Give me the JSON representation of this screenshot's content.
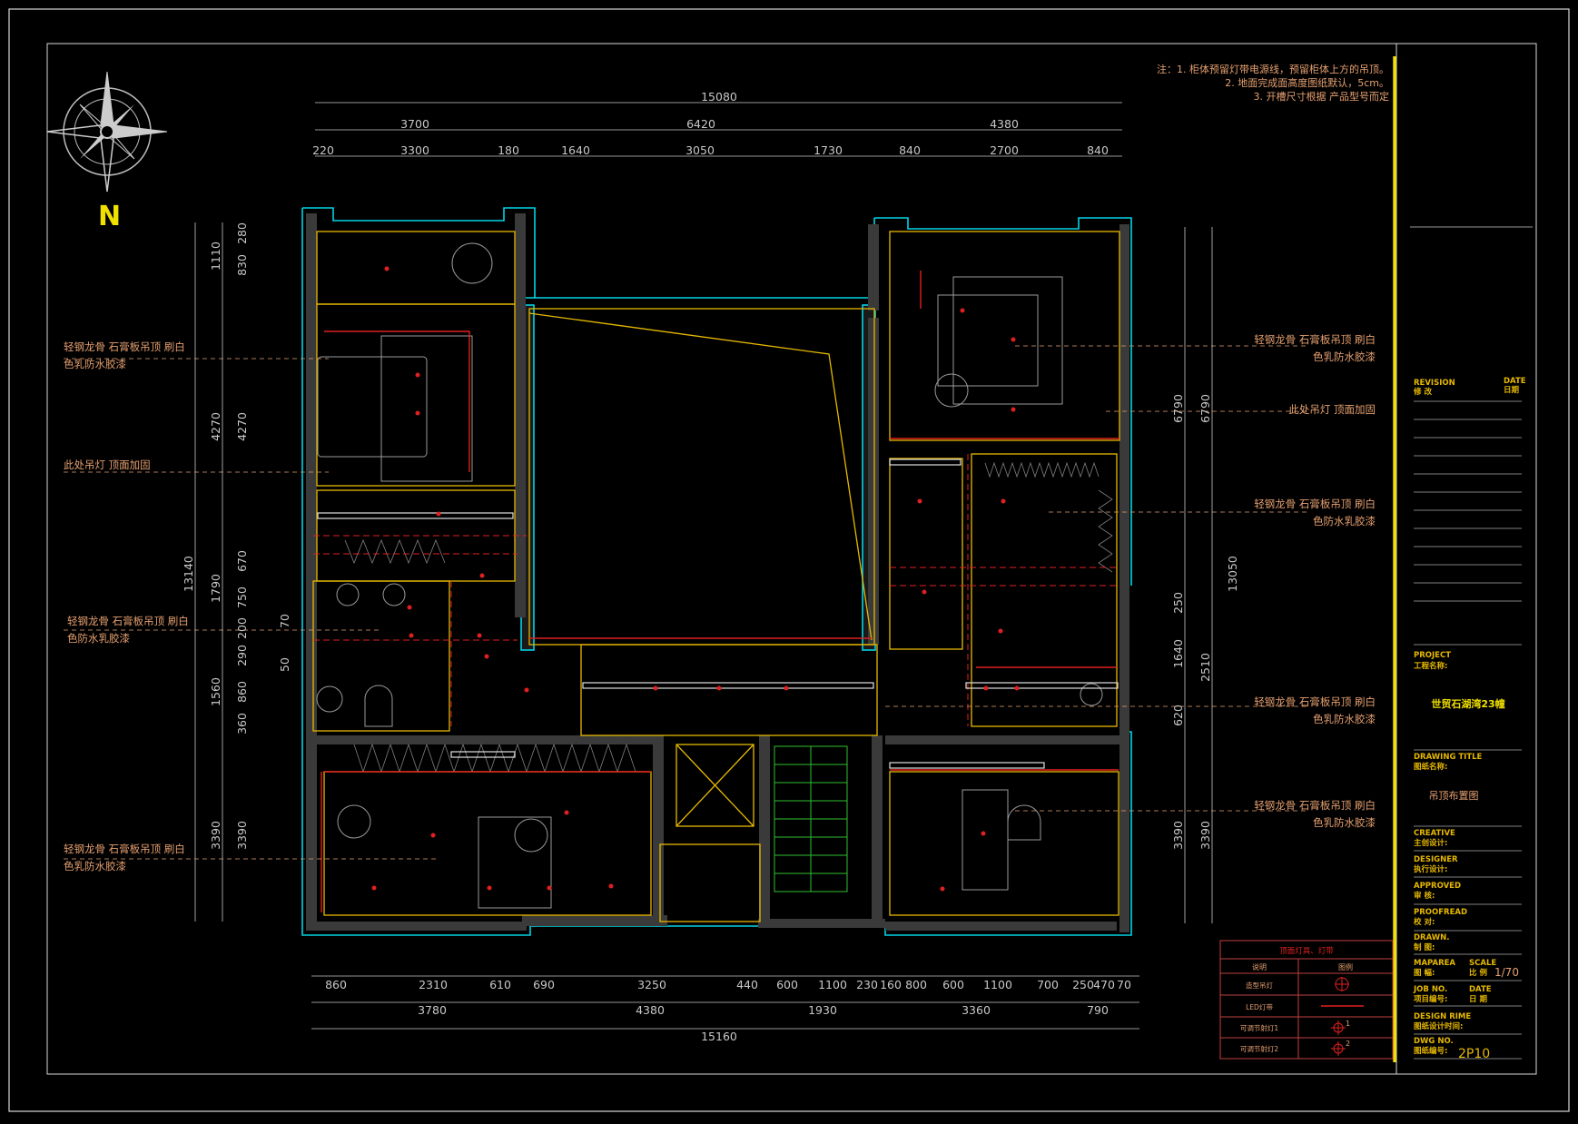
{
  "compass": {
    "north_label": "N"
  },
  "notes": [
    "注：1. 柜体预留灯带电源线，预留柜体上方的吊顶。",
    "2. 地面完成面高度图纸默认，5cm。",
    "3. 开槽尺寸根据  产品型号而定"
  ],
  "dims_top": {
    "total": "15080",
    "segments": [
      "3700",
      "6420",
      "4380"
    ],
    "sub": [
      "220",
      "3300",
      "180",
      "1640",
      "3050",
      "1730",
      "840",
      "2700",
      "840"
    ]
  },
  "dims_left": {
    "total": "13140",
    "outer": [
      "1110",
      "4270",
      "1790",
      "1560",
      "3390"
    ],
    "inner": [
      "280",
      "830",
      "4270",
      "670",
      "750",
      "200",
      "290",
      "860",
      "360",
      "3390"
    ],
    "small": [
      "70",
      "50"
    ]
  },
  "dims_right": {
    "total": "13050",
    "outer": [
      "6790",
      "2510",
      "3390"
    ],
    "inner": [
      "6790",
      "250",
      "1640",
      "620",
      "3390"
    ]
  },
  "dims_bottom": {
    "total": "15160",
    "segments": [
      "3780",
      "4380",
      "1930",
      "3360",
      "790"
    ],
    "sub": [
      "860",
      "2310",
      "610",
      "690",
      "3250",
      "440",
      "600",
      "1100",
      "230",
      "160",
      "800",
      "600",
      "1100",
      "700",
      "250",
      "470",
      "70"
    ]
  },
  "annotations_left": [
    {
      "line1": "轻钢龙骨  石膏板吊顶  刷白",
      "line2": "色乳防水胶漆"
    },
    {
      "line1": "此处吊灯  顶面加固",
      "line2": ""
    },
    {
      "line1": "轻钢龙骨  石膏板吊顶  刷白",
      "line2": "色防水乳胶漆"
    },
    {
      "line1": "轻钢龙骨  石膏板吊顶  刷白",
      "line2": "色乳防水胶漆"
    }
  ],
  "annotations_right": [
    {
      "line1": "轻钢龙骨  石膏板吊顶  刷白",
      "line2": "色乳防水胶漆"
    },
    {
      "line1": "此处吊灯  顶面加固",
      "line2": ""
    },
    {
      "line1": "轻钢龙骨  石膏板吊顶  刷白",
      "line2": "色防水乳胶漆"
    },
    {
      "line1": "轻钢龙骨  石膏板吊顶  刷白",
      "line2": "色乳防水胶漆"
    },
    {
      "line1": "轻钢龙骨  石膏板吊顶  刷白",
      "line2": "色乳防水胶漆"
    }
  ],
  "legend": {
    "title": "顶面灯具、灯带",
    "col_desc": "说明",
    "col_symbol": "图例",
    "rows": [
      "造型吊灯",
      "LED灯带",
      "可调节射灯1",
      "可调节射灯2"
    ]
  },
  "title_block": {
    "revision": "REVISION",
    "revision_cn": "修 改",
    "date": "DATE",
    "date_cn": "日期",
    "project": "PROJECT",
    "project_cn": "工程名称:",
    "project_name": "世贸石湖湾23幢",
    "drawing_title": "DRAWING TITLE",
    "drawing_title_cn": "图纸名称:",
    "drawing_name": "吊顶布置图",
    "creative": "CREATIVE",
    "creative_cn": "主创设计:",
    "designer": "DESIGNER",
    "designer_cn": "执行设计:",
    "approved": "APPROVED",
    "approved_cn": "审 核:",
    "proofread": "PROOFREAD",
    "proofread_cn": "校 对:",
    "drawn": "DRAWN.",
    "drawn_cn": "制 图:",
    "maparea": "MAPAREA",
    "maparea_cn": "图 幅:",
    "scale": "SCALE",
    "scale_cn": "比 例",
    "scale_value": "1/70",
    "job_no": "JOB NO.",
    "job_no_cn": "项目编号:",
    "date2": "DATE",
    "date2_cn": "日 期",
    "design_rime": "DESIGN RIME",
    "design_rime_cn": "图纸设计时间:",
    "dwg_no": "DWG NO.",
    "dwg_no_cn": "图纸编号:",
    "dwg_value": "2P10"
  },
  "colors": {
    "frame": "#d8d8d8",
    "wall": "#00d4e6",
    "ceiling": "#e6b800",
    "lighting": "#e02020",
    "dim": "#c8c8c8",
    "annotation": "#e6a070",
    "accent_line": "#f0e000"
  }
}
